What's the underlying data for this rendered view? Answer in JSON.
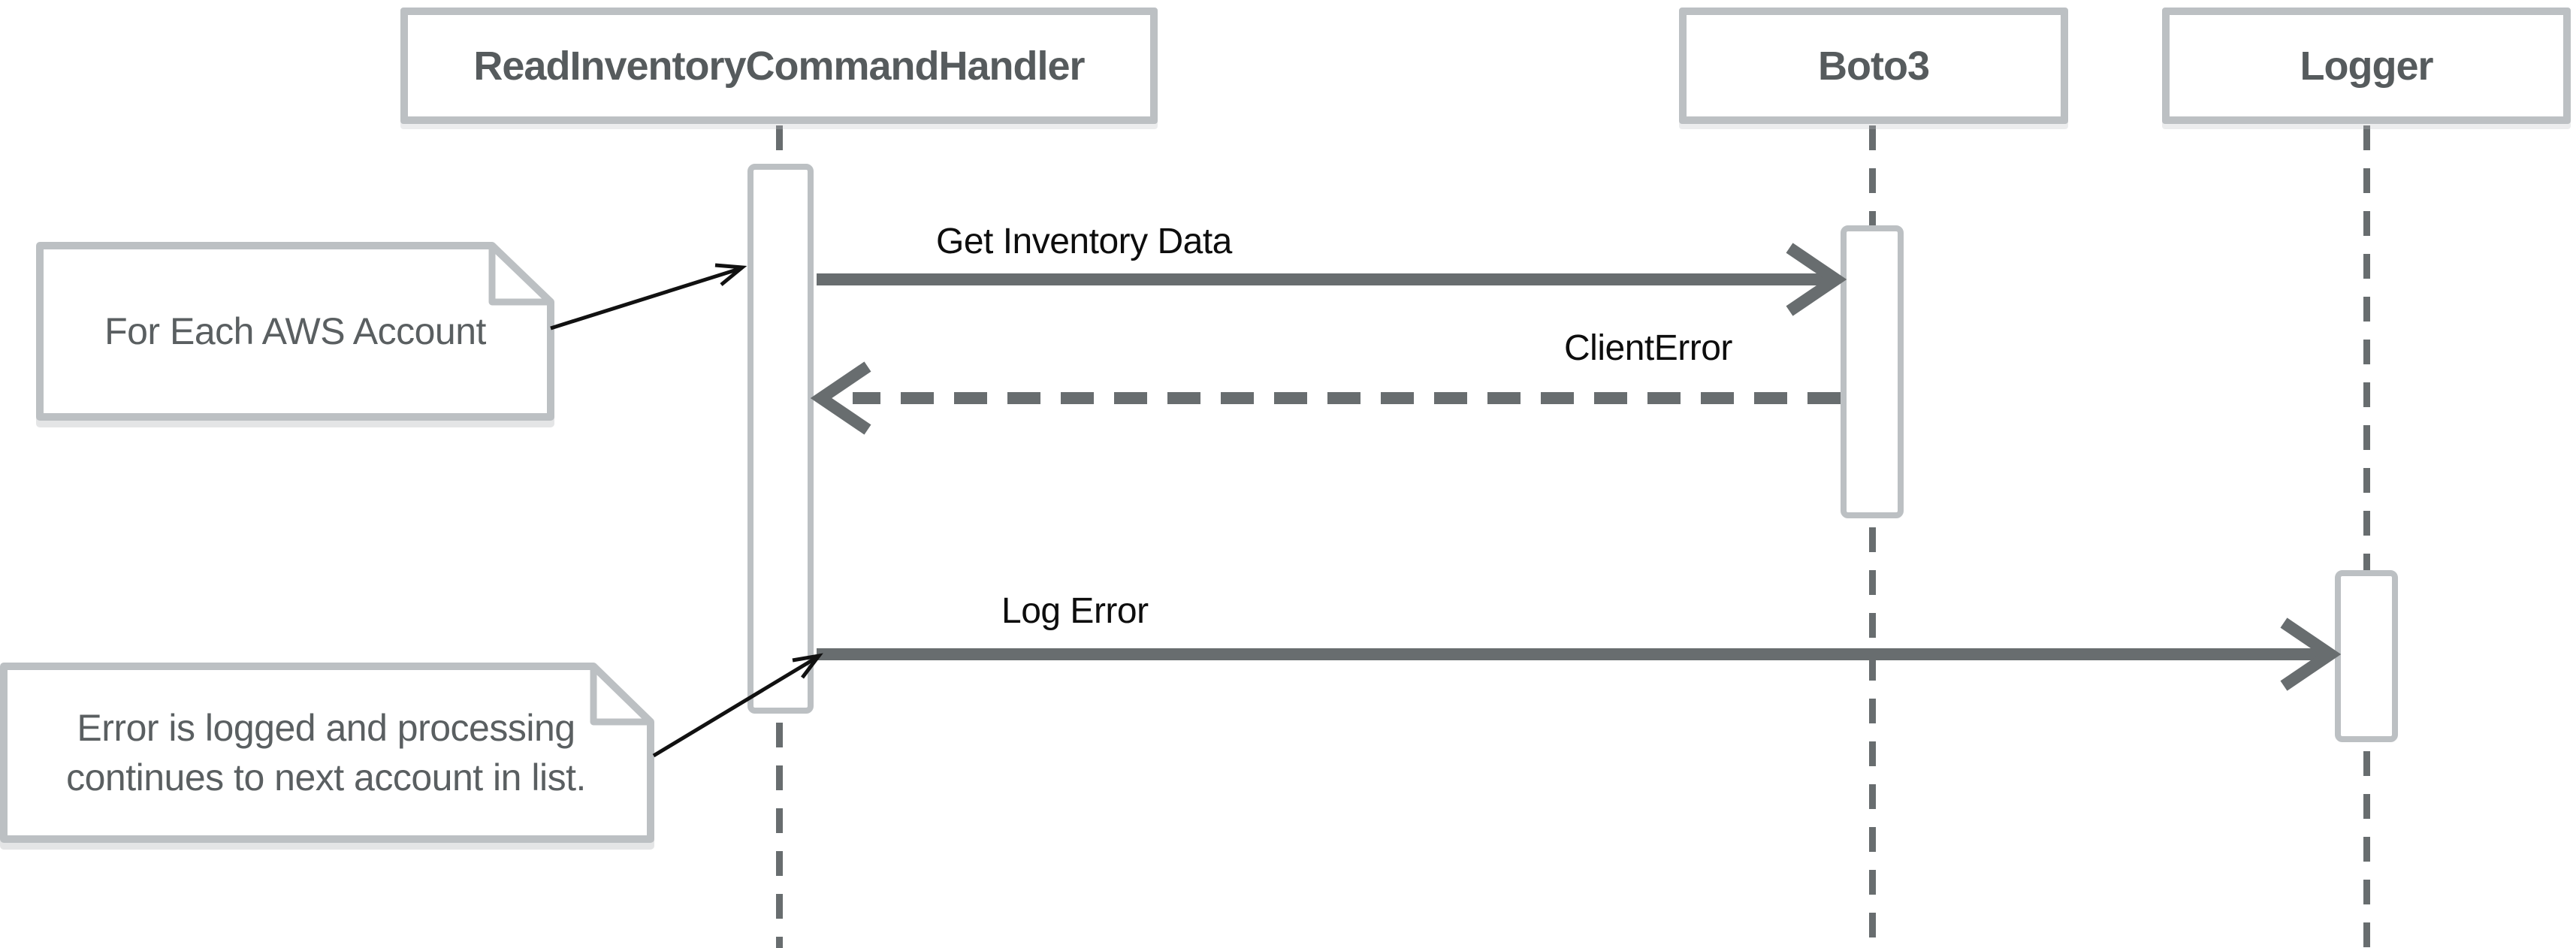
{
  "diagram": {
    "type": "uml-sequence",
    "participants": [
      {
        "label": "ReadInventoryCommandHandler"
      },
      {
        "label": "Boto3"
      },
      {
        "label": "Logger"
      }
    ],
    "messages": [
      {
        "label": "Get Inventory Data",
        "from": "ReadInventoryCommandHandler",
        "to": "Boto3",
        "style": "solid"
      },
      {
        "label": "ClientError",
        "from": "Boto3",
        "to": "ReadInventoryCommandHandler",
        "style": "dashed"
      },
      {
        "label": "Log Error",
        "from": "ReadInventoryCommandHandler",
        "to": "Logger",
        "style": "solid"
      }
    ],
    "notes": [
      {
        "lines": [
          "For Each AWS Account"
        ]
      },
      {
        "lines": [
          "Error is logged and processing",
          "continues to next account in list."
        ]
      }
    ],
    "colors": {
      "background": "#ffffff",
      "box_border": "#bcc0c3",
      "box_text": "#565b5d",
      "arrow": "#686d6f",
      "message_text": "#0d0d0d",
      "note_text": "#5a5f61",
      "note_connector": "#111111"
    }
  }
}
